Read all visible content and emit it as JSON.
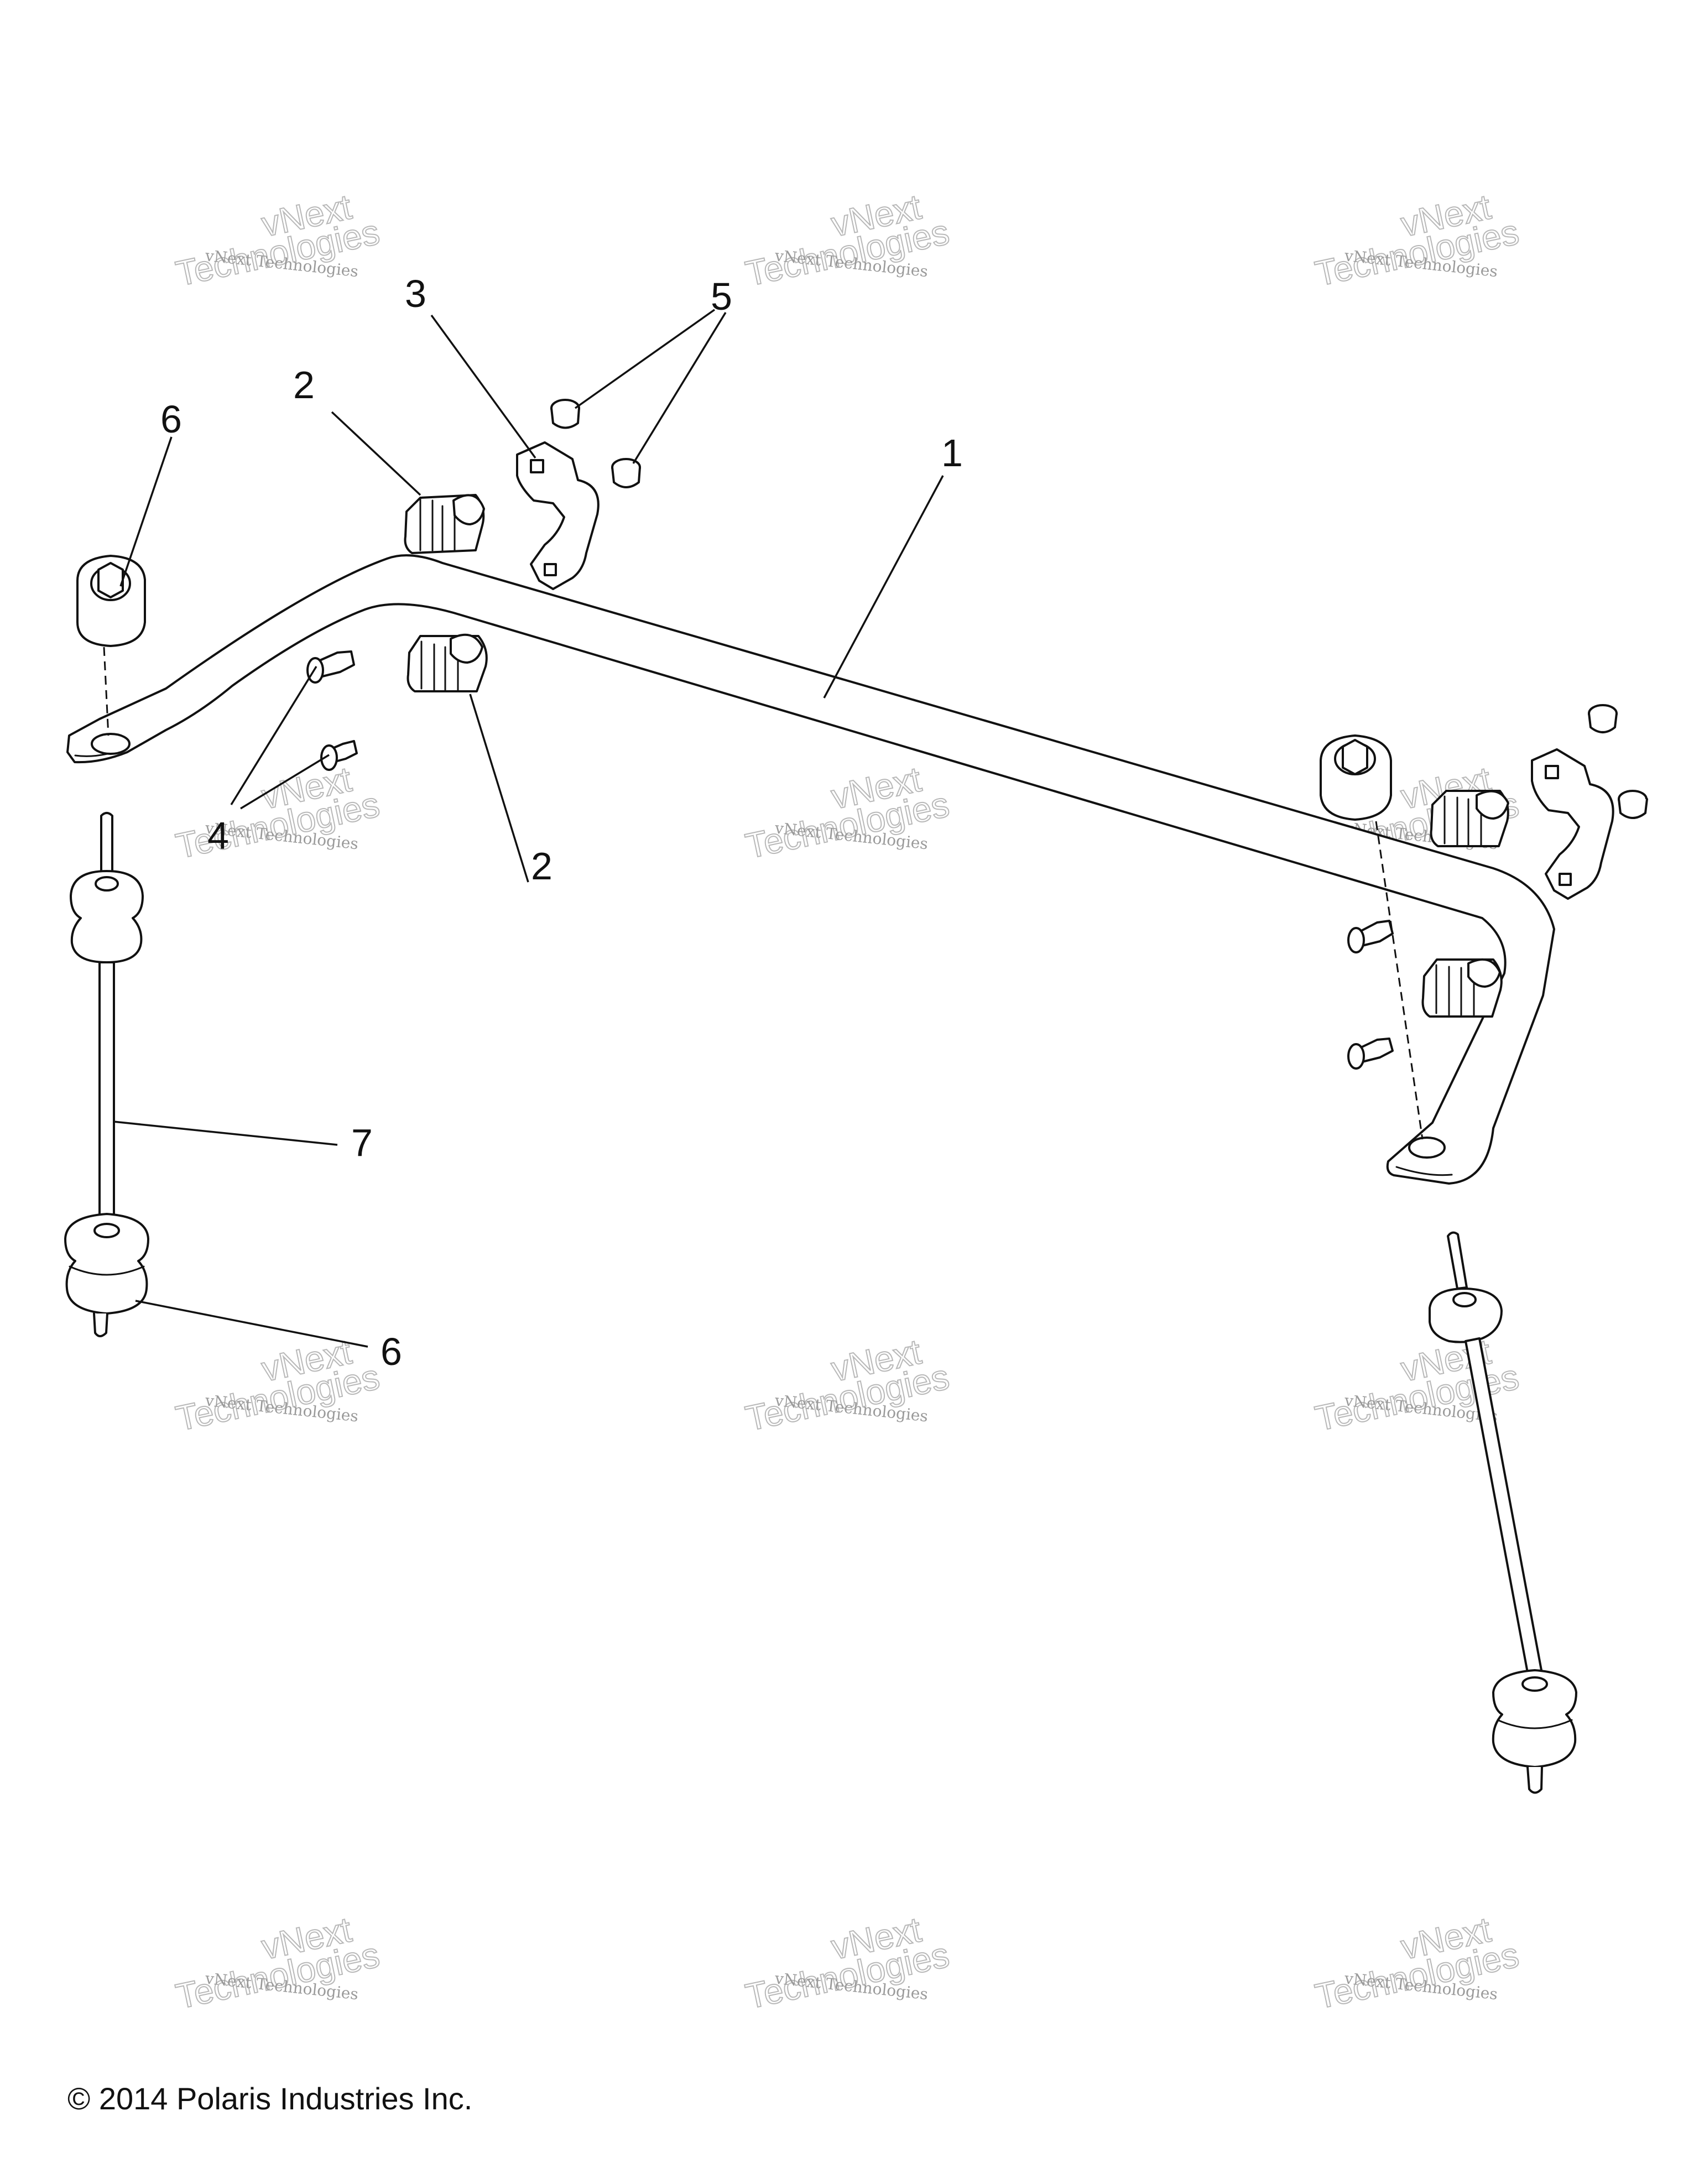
{
  "callouts": {
    "c1": "1",
    "c2a": "2",
    "c2b": "2",
    "c3": "3",
    "c4": "4",
    "c5": "5",
    "c6a": "6",
    "c6b": "6",
    "c7": "7"
  },
  "watermark": {
    "line1": "vNext",
    "line2": "Technologies",
    "small": "vNext Technologies"
  },
  "footer": {
    "copyright": "© 2014 Polaris Industries Inc."
  }
}
